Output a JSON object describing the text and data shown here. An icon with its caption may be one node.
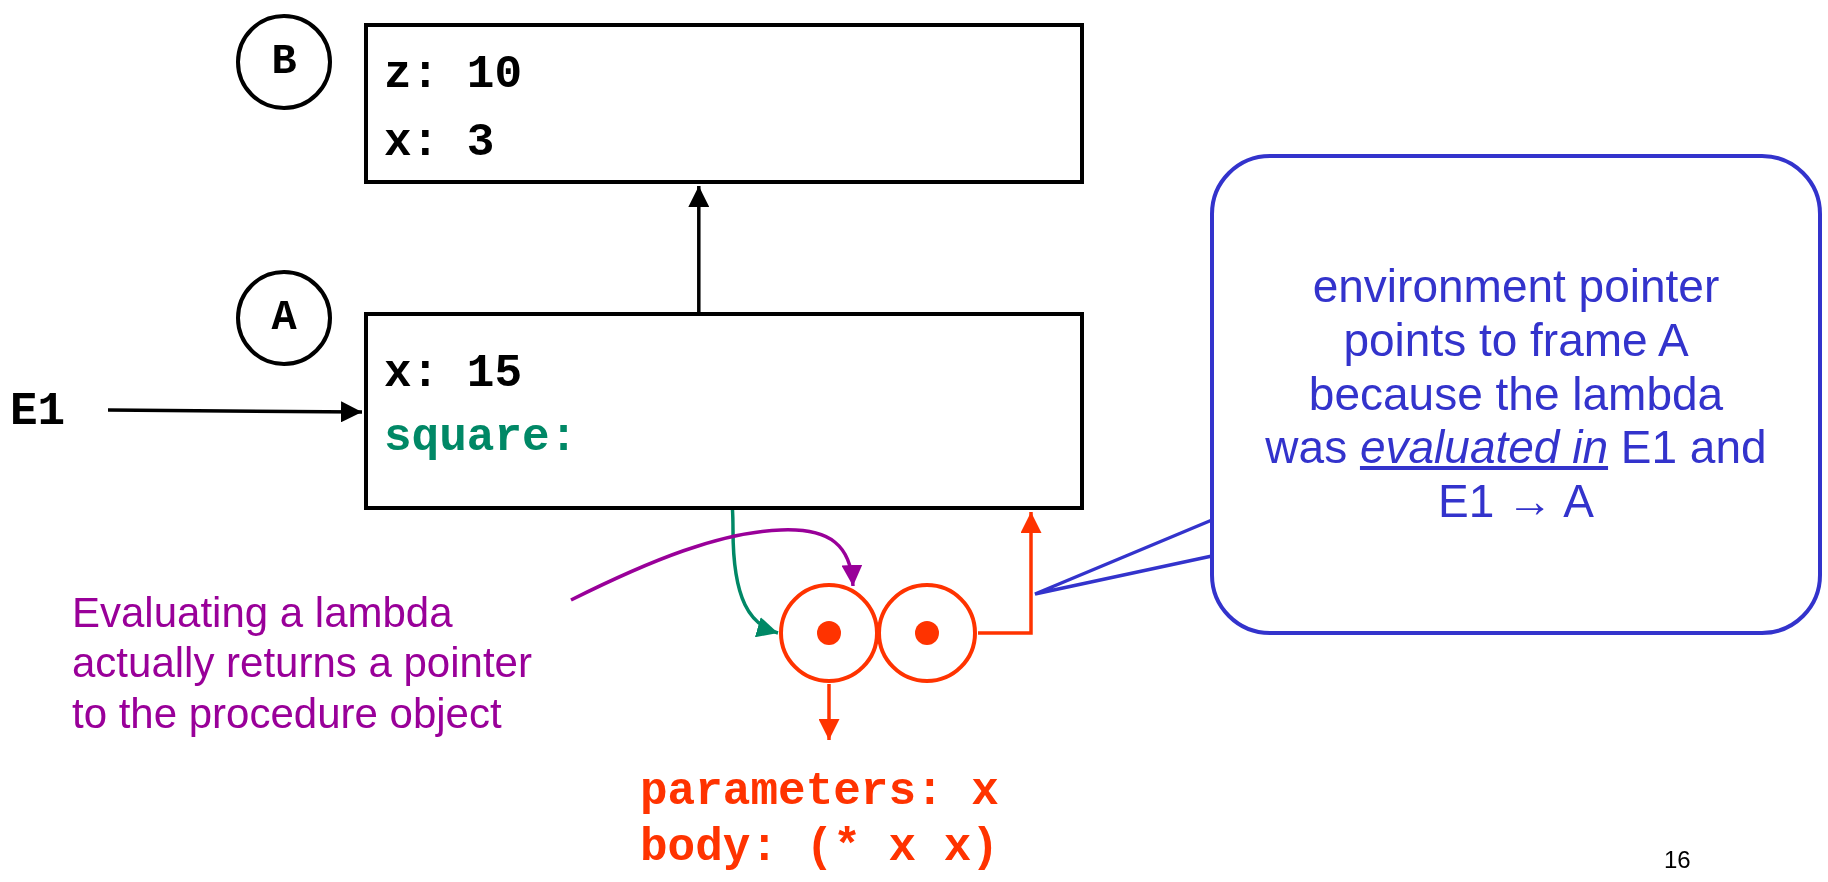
{
  "diagram": {
    "nodes": [
      {
        "text": [
          "B"
        ]
      },
      {
        "text": [
          "z: 10",
          "x: 3"
        ]
      },
      {
        "text": [
          "A"
        ]
      },
      {
        "text": [
          "x: 15",
          "square:"
        ]
      },
      {
        "text": [
          "E1"
        ]
      },
      {
        "text": [],
        "shape": "circle"
      },
      {
        "text": [],
        "shape": "circle"
      },
      {
        "text": [
          "parameters: x",
          "body: (* x x)"
        ]
      },
      {
        "text": [
          "environment pointer points to frame A because the lambda was *evaluated in* E1 and E1 → A"
        ]
      },
      {
        "text": [
          "Evaluating a lambda actually returns a pointer to the procedure object"
        ]
      }
    ],
    "edges": [
      {
        "from": 3,
        "to": 1,
        "arrow": "to"
      },
      {
        "from": 4,
        "to": 3,
        "arrow": "to"
      },
      {
        "from": 3,
        "to": 5,
        "arrow": "to",
        "color": "#008866"
      },
      {
        "from": 6,
        "to": 3,
        "arrow": "to",
        "color": "#ff3300"
      },
      {
        "from": 5,
        "to": 7,
        "arrow": "to",
        "color": "#ff3300"
      },
      {
        "from": 9,
        "to": 5,
        "arrow": "to",
        "color": "#990099"
      },
      {
        "from": 8,
        "to": null,
        "arrow": "none",
        "color": "#3333cc"
      }
    ],
    "labels": [
      "16"
    ]
  }
}
